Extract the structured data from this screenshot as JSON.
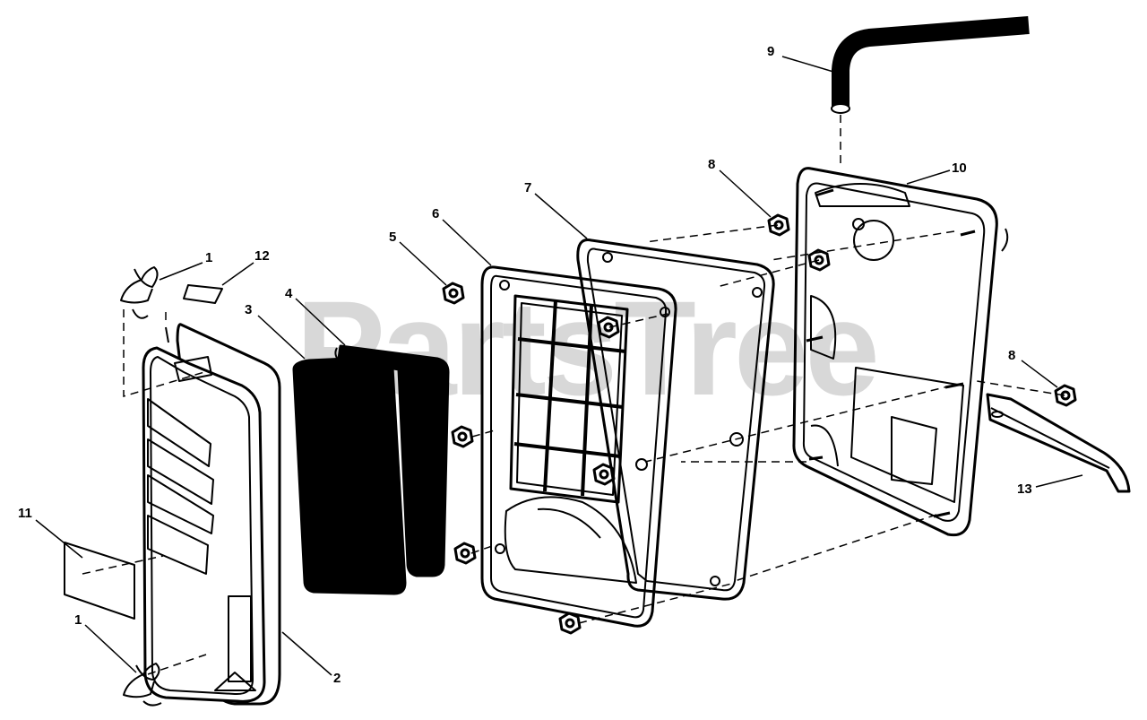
{
  "watermark": "PartsTree",
  "callouts": [
    {
      "id": "c1a",
      "text": "1"
    },
    {
      "id": "c12",
      "text": "12"
    },
    {
      "id": "c3",
      "text": "3"
    },
    {
      "id": "c4",
      "text": "4"
    },
    {
      "id": "c5",
      "text": "5"
    },
    {
      "id": "c6",
      "text": "6"
    },
    {
      "id": "c7",
      "text": "7"
    },
    {
      "id": "c8a",
      "text": "8"
    },
    {
      "id": "c9",
      "text": "9"
    },
    {
      "id": "c10",
      "text": "10"
    },
    {
      "id": "c8b",
      "text": "8"
    },
    {
      "id": "c13",
      "text": "13"
    },
    {
      "id": "c11",
      "text": "11"
    },
    {
      "id": "c1b",
      "text": "1"
    },
    {
      "id": "c2",
      "text": "2"
    }
  ]
}
